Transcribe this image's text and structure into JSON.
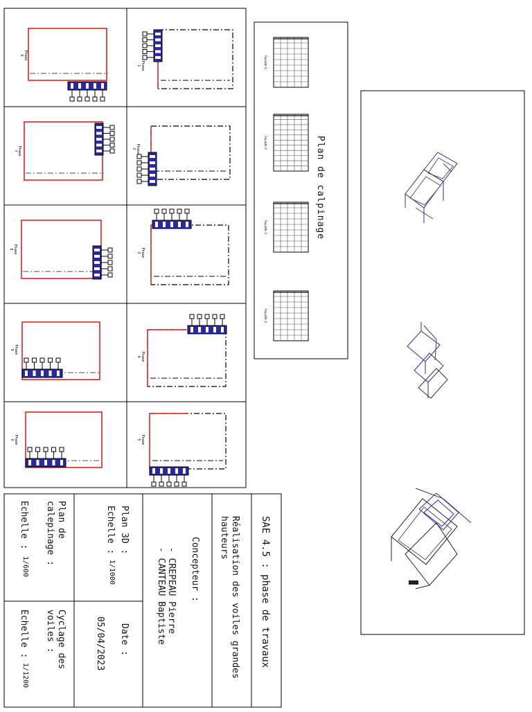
{
  "grid": {
    "phases": [
      {
        "label": "Phase",
        "num": "1"
      },
      {
        "label": "Phase",
        "num": "2"
      },
      {
        "label": "Phase",
        "num": "3"
      },
      {
        "label": "Phase",
        "num": "4"
      },
      {
        "label": "Phase",
        "num": "5"
      },
      {
        "label": "Phase",
        "num": "6"
      },
      {
        "label": "Phase",
        "num": "7"
      },
      {
        "label": "Phase",
        "num": "8"
      },
      {
        "label": "Phase",
        "num": "9"
      },
      {
        "label": "Phase",
        "num": "0"
      }
    ]
  },
  "calepinage": {
    "title": "Plan de calpinage",
    "facades": [
      "Façade 1",
      "Façade 2",
      "Façade 3",
      "Façade 4"
    ]
  },
  "cartouche": {
    "project": "SAE 4.5 : phase de travaux",
    "subject": "Réalisation des voiles grandes hauteurs",
    "designers_label": "Concepteur :",
    "designer1": "- CREPEAU Pierre",
    "designer2": "- CANTEAU Baptiste",
    "plan3d": "Plan 3D :",
    "plan3d_scale_label": "Echelle :",
    "plan3d_scale": "1/1000",
    "date_label": "Date :",
    "date": "05/04/2023",
    "calepinage_label": "Plan de calepinage :",
    "calepinage_scale_label": "Echelle :",
    "calepinage_scale": "1/600",
    "cyclage_label": "Cyclage des voiles :",
    "cyclage_scale_label": "Echelle :",
    "cyclage_scale": "1/1200"
  },
  "colors": {
    "wall": "#dd2222",
    "formwork": "#2a2aa0",
    "ink": "#111111"
  }
}
